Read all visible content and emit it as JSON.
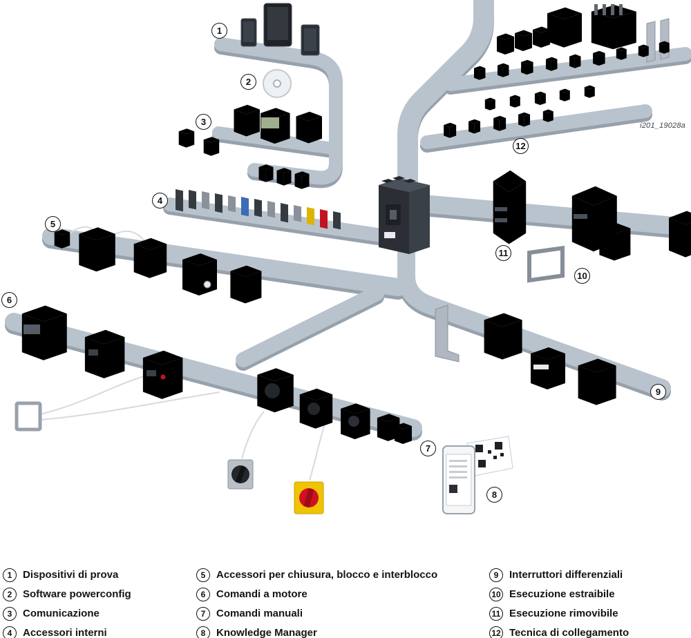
{
  "diagram": {
    "watermark": "i201_19028a",
    "callouts": [
      {
        "n": "1"
      },
      {
        "n": "2"
      },
      {
        "n": "3"
      },
      {
        "n": "4"
      },
      {
        "n": "5"
      },
      {
        "n": "6"
      },
      {
        "n": "7"
      },
      {
        "n": "8"
      },
      {
        "n": "9"
      },
      {
        "n": "10"
      },
      {
        "n": "11"
      },
      {
        "n": "12"
      }
    ]
  },
  "legend": {
    "columns": [
      {
        "items": [
          {
            "n": "1",
            "label": "Dispositivi di prova"
          },
          {
            "n": "2",
            "label": "Software powerconfig"
          },
          {
            "n": "3",
            "label": "Comunicazione"
          },
          {
            "n": "4",
            "label": "Accessori interni"
          }
        ]
      },
      {
        "items": [
          {
            "n": "5",
            "label": "Accessori per chiusura, blocco e interblocco"
          },
          {
            "n": "6",
            "label": "Comandi a motore"
          },
          {
            "n": "7",
            "label": "Comandi manuali"
          },
          {
            "n": "8",
            "label": "Knowledge Manager"
          }
        ]
      },
      {
        "items": [
          {
            "n": "9",
            "label": "Interruttori differenziali"
          },
          {
            "n": "10",
            "label": "Esecuzione estraibile"
          },
          {
            "n": "11",
            "label": "Esecuzione rimovibile"
          },
          {
            "n": "12",
            "label": "Tecnica di collegamento"
          }
        ]
      }
    ]
  },
  "colors": {
    "rail": "#b9c3cd",
    "rail_edge": "#97a1ac",
    "device_dark": "#2b2f35",
    "device_gray": "#757c86",
    "accent_red": "#c41320",
    "accent_yellow": "#ddb400",
    "accent_blue": "#3c6db6"
  }
}
